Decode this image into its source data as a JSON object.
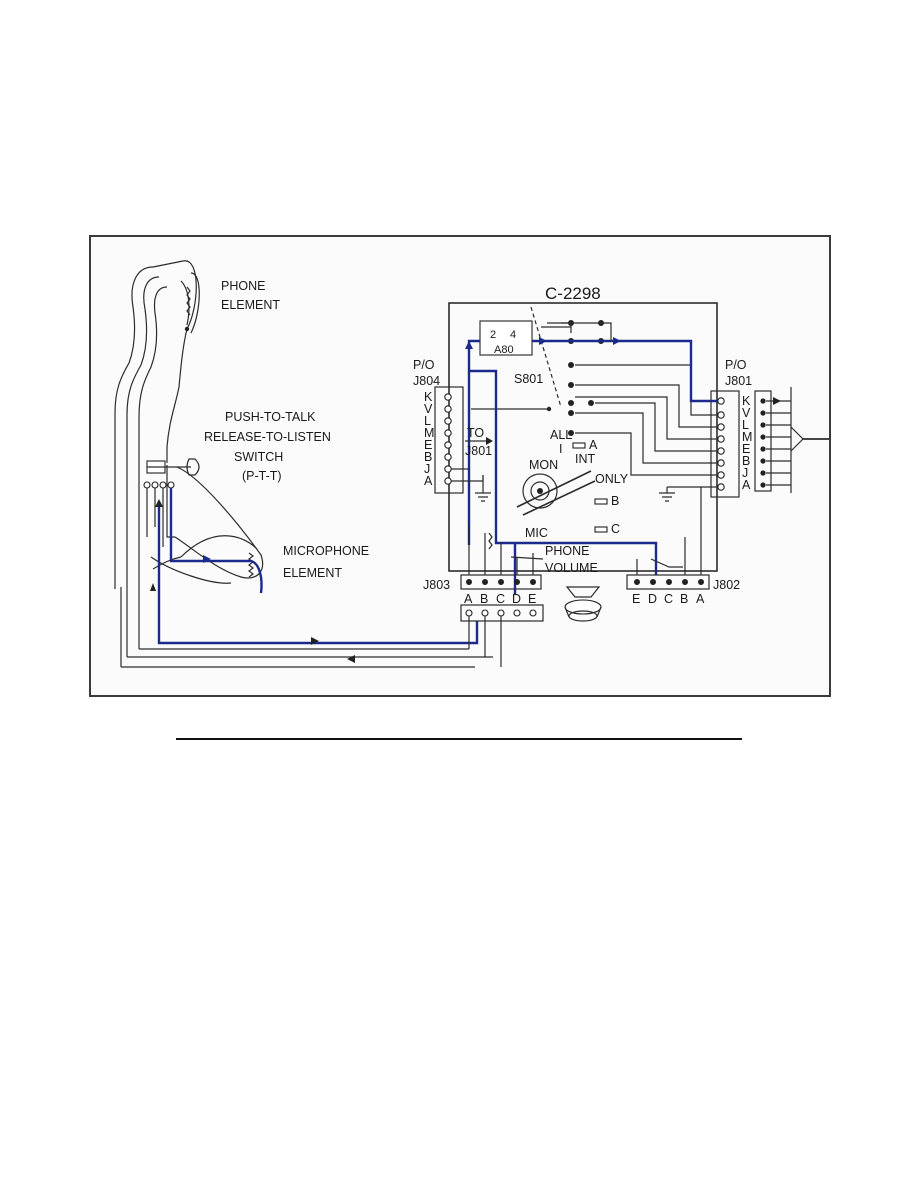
{
  "diagram": {
    "handset": {
      "phone_element": [
        "PHONE",
        "ELEMENT"
      ],
      "ptt_switch": [
        "PUSH-TO-TALK",
        "RELEASE-TO-LISTEN",
        "SWITCH",
        "(P-T-T)"
      ],
      "microphone_element": [
        "MICROPHONE",
        "ELEMENT"
      ]
    },
    "unit": {
      "title": "C-2298",
      "a80": {
        "pins": [
          "2",
          "4"
        ],
        "name": "A80"
      },
      "switch": "S801",
      "to_label": [
        "TO",
        "J801"
      ],
      "selector": {
        "left": [
          "ALL",
          "I",
          "MON"
        ],
        "positions": [
          "A",
          "INT",
          "ONLY",
          "B",
          "C"
        ]
      },
      "mic": "MIC",
      "phone_volume": [
        "PHONE",
        "VOLUME"
      ]
    },
    "connectors": {
      "j804": {
        "label": [
          "P/O",
          "J804"
        ],
        "pins": [
          "K",
          "V",
          "L",
          "M",
          "E",
          "B",
          "J",
          "A"
        ]
      },
      "j801": {
        "label": [
          "P/O",
          "J801"
        ],
        "pins": [
          "K",
          "V",
          "L",
          "M",
          "E",
          "B",
          "J",
          "A"
        ]
      },
      "j803": {
        "label": "J803",
        "pins": [
          "A",
          "B",
          "C",
          "D",
          "E"
        ]
      },
      "j802": {
        "label": "J802",
        "pins": [
          "E",
          "D",
          "C",
          "B",
          "A"
        ]
      }
    },
    "colors": {
      "wire": "#2c2c2c",
      "signal_path": "#1b2a8c",
      "frame": "#3a3a3a"
    }
  }
}
